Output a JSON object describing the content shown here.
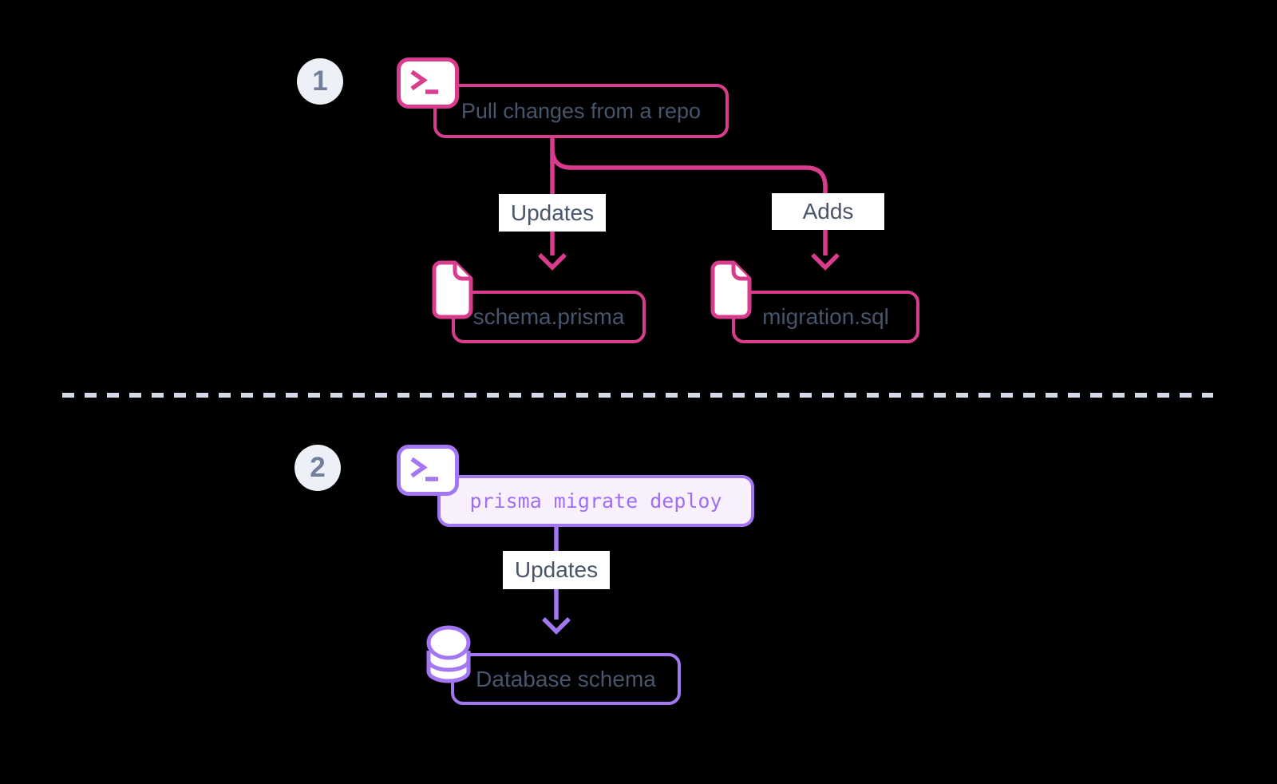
{
  "diagram": {
    "type": "flow",
    "background": "#000000",
    "divider_style": "dashed"
  },
  "colors": {
    "pink_accent": "#D93C8C",
    "purple_accent": "#A376F2",
    "purple_fill": "#F8F1FD",
    "slate_text": "#47556D",
    "edge_label_bg": "#FFFFFF",
    "badge_bg": "#EDF1F7",
    "badge_text": "#72809B",
    "divider": "#D3DCE6"
  },
  "step1": {
    "number": "1",
    "terminal_icon": "terminal-prompt-icon",
    "command": "Pull changes from a repo",
    "updates_label": "Updates",
    "adds_label": "Adds",
    "schema_file": "schema.prisma",
    "migration_file": "migration.sql",
    "file_icon": "document-icon"
  },
  "step2": {
    "number": "2",
    "terminal_icon": "terminal-prompt-icon",
    "command": "prisma migrate deploy",
    "updates_label": "Updates",
    "database_label": "Database schema",
    "database_icon": "database-icon"
  }
}
